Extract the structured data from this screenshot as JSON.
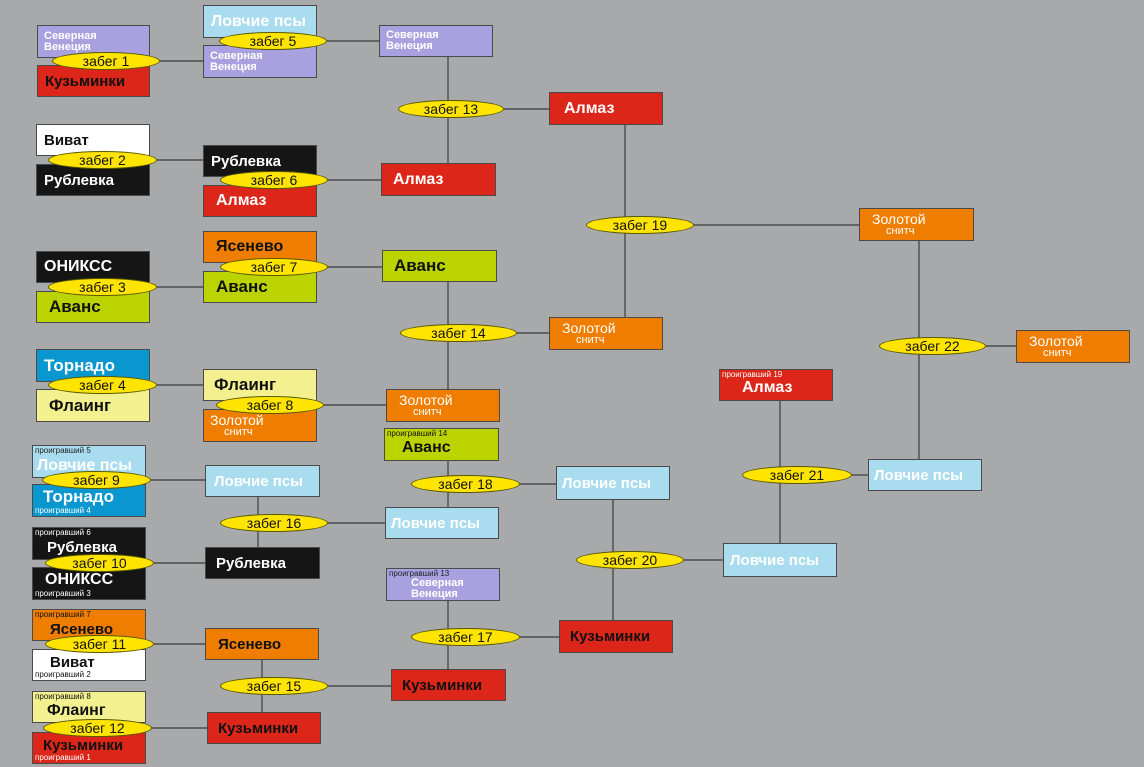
{
  "teams": {
    "t1": {
      "name": "Северная Венеция",
      "lines": [
        "Северная",
        "Венеция"
      ]
    },
    "t2": {
      "name": "Кузьминки"
    },
    "t3": {
      "name": "Ловчие псы"
    },
    "t4": {
      "name": "Северная Венеция",
      "lines": [
        "Северная",
        "Венеция"
      ]
    },
    "t5": {
      "name": "Северная Венеция",
      "lines": [
        "Северная",
        "Венеция"
      ]
    },
    "t6": {
      "name": "Алмаз"
    },
    "t7": {
      "name": "Виват"
    },
    "t8": {
      "name": "Рублевка"
    },
    "t9": {
      "name": "Рублевка"
    },
    "t10": {
      "name": "Алмаз"
    },
    "t11": {
      "name": "Алмаз"
    },
    "t12": {
      "name": "Золотой снитч",
      "lines": [
        "Золотой",
        "снитч"
      ]
    },
    "t13": {
      "name": "Ясенево"
    },
    "t14": {
      "name": "ОНИКСС"
    },
    "t15": {
      "name": "Аванс"
    },
    "t16": {
      "name": "Аванс"
    },
    "t17": {
      "name": "Аванс"
    },
    "t18": {
      "name": "Золотой снитч",
      "lines": [
        "Золотой",
        "снитч"
      ]
    },
    "t19": {
      "name": "Золотой снитч",
      "lines": [
        "Золотой",
        "снитч"
      ]
    },
    "t20": {
      "name": "Торнадо"
    },
    "t21": {
      "name": "Флаинг"
    },
    "t22": {
      "name": "Флаинг"
    },
    "t23": {
      "name": "Золотой снитч",
      "lines": [
        "Золотой",
        "снитч"
      ]
    },
    "t24": {
      "name": "Золотой снитч",
      "lines": [
        "Золотой",
        "снитч"
      ]
    },
    "t25": {
      "name": "Алмаз",
      "tag": "проигравший 19"
    },
    "t26": {
      "name": "Аванс",
      "tag": "проигравший 14"
    },
    "t27": {
      "name": "Ловчие псы",
      "tag": "проигравший 5"
    },
    "t28": {
      "name": "Торнадо",
      "tag": "проигравший 4"
    },
    "t29": {
      "name": "Ловчие псы"
    },
    "t30": {
      "name": "Ловчие псы"
    },
    "t31": {
      "name": "Ловчие псы"
    },
    "t32": {
      "name": "Ловчие псы"
    },
    "t33": {
      "name": "Ловчие псы"
    },
    "t34": {
      "name": "Рублевка",
      "tag": "проигравший 6"
    },
    "t35": {
      "name": "ОНИКСС",
      "tag": "проигравший 3"
    },
    "t36": {
      "name": "Рублевка"
    },
    "t37": {
      "name": "Северная Венеция",
      "lines": [
        "Северная",
        "Венеция"
      ],
      "tag": "проигравший 13"
    },
    "t38": {
      "name": "Кузьминки"
    },
    "t39": {
      "name": "Ясенево",
      "tag": "проигравший 7"
    },
    "t40": {
      "name": "Виват",
      "tag": "проигравший 2"
    },
    "t41": {
      "name": "Ясенево"
    },
    "t42": {
      "name": "Кузьминки"
    },
    "t43": {
      "name": "Флаинг",
      "tag": "проигравший 8"
    },
    "t44": {
      "name": "Кузьминки",
      "tag": "проигравший 1"
    },
    "t45": {
      "name": "Кузьминки"
    }
  },
  "races": {
    "r1": "забег 1",
    "r2": "забег 2",
    "r3": "забег 3",
    "r4": "забег 4",
    "r5": "забег 5",
    "r6": "забег 6",
    "r7": "забег 7",
    "r8": "забег 8",
    "r9": "забег 9",
    "r10": "забег 10",
    "r11": "забег 11",
    "r12": "забег 12",
    "r13": "забег 13",
    "r14": "забег 14",
    "r15": "забег 15",
    "r16": "забег 16",
    "r17": "забег 17",
    "r18": "забег 18",
    "r19": "забег 19",
    "r20": "забег 20",
    "r21": "забег 21",
    "r22": "забег 22"
  },
  "colors": {
    "background": "#a8a9ab",
    "race_fill": "#ffe400",
    "line": "#3c3c3c",
    "lavender": "#a9a0e0",
    "red": "#dc2619",
    "white": "#ffffff",
    "black": "#151515",
    "orange": "#ef7d00",
    "lime": "#bbd400",
    "blue": "#0a96cf",
    "light_yellow": "#f3f18f",
    "light_blue": "#a9dcef"
  }
}
